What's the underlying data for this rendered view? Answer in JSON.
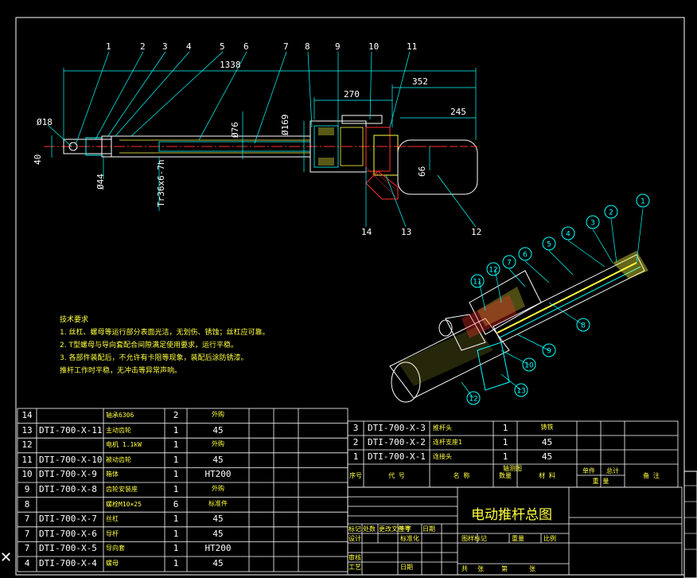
{
  "drawing": {
    "title": "电动推杆总图",
    "callouts_top": [
      "1",
      "2",
      "3",
      "4",
      "5",
      "6",
      "7",
      "8",
      "9",
      "10",
      "11"
    ],
    "callouts_bottom": [
      "14",
      "13",
      "12"
    ],
    "dims": {
      "total_length": "1338",
      "d352": "352",
      "d270": "270",
      "d245": "245",
      "phi76": "Ø76",
      "phi169": "Ø169",
      "phi18": "Ø18",
      "d40": "40",
      "phi44": "Ø44",
      "thread": "Tr36x6-7h",
      "d66": "66"
    },
    "iso_label": "轴测图",
    "iso_callouts": [
      "1",
      "2",
      "3",
      "4",
      "5",
      "6",
      "7",
      "8",
      "9",
      "10",
      "11",
      "12",
      "13",
      "12"
    ]
  },
  "notes": {
    "heading": "技术要求",
    "lines": [
      "1. 丝杠、螺母等运行部分表面光洁，无划伤、锈蚀；丝杠应可靠。",
      "2. T型螺母与导向套配合间隙满足使用要求，运行平稳。",
      "3. 各部件装配后，不允许有卡阻等现象，装配后涂防锈漆。",
      "推杆工作时平稳，无冲击等异常声响。"
    ]
  },
  "bom_left": [
    {
      "no": "14",
      "code": "",
      "name": "轴承6306",
      "qty": "2",
      "mat": "外购"
    },
    {
      "no": "13",
      "code": "DTI-700-X-11",
      "name": "主动齿轮",
      "qty": "1",
      "mat": "45"
    },
    {
      "no": "12",
      "code": "",
      "name": "电机 1.1kW",
      "qty": "1",
      "mat": "外购"
    },
    {
      "no": "11",
      "code": "DTI-700-X-10",
      "name": "被动齿轮",
      "qty": "1",
      "mat": "45"
    },
    {
      "no": "10",
      "code": "DTI-700-X-9",
      "name": "箱体",
      "qty": "1",
      "mat": "HT200"
    },
    {
      "no": "9",
      "code": "DTI-700-X-8",
      "name": "齿轮安装座",
      "qty": "1",
      "mat": "外购"
    },
    {
      "no": "8",
      "code": "",
      "name": "螺栓M10×25",
      "qty": "6",
      "mat": "标准件"
    },
    {
      "no": "7",
      "code": "DTI-700-X-7",
      "name": "丝杠",
      "qty": "1",
      "mat": "45"
    },
    {
      "no": "7",
      "code": "DTI-700-X-6",
      "name": "导杆",
      "qty": "1",
      "mat": "45"
    },
    {
      "no": "7",
      "code": "DTI-700-X-5",
      "name": "导向套",
      "qty": "1",
      "mat": "HT200"
    },
    {
      "no": "4",
      "code": "DTI-700-X-4",
      "name": "螺母",
      "qty": "1",
      "mat": "45"
    }
  ],
  "bom_right": [
    {
      "no": "3",
      "code": "DTI-700-X-3",
      "name": "推杆头",
      "qty": "1",
      "mat": "铸铁"
    },
    {
      "no": "2",
      "code": "DTI-700-X-2",
      "name": "连杆支座1",
      "qty": "1",
      "mat": "45"
    },
    {
      "no": "1",
      "code": "DTI-700-X-1",
      "name": "连接头",
      "qty": "1",
      "mat": "45"
    }
  ],
  "bom_header": {
    "no": "序号",
    "code": "代  号",
    "name": "名  称",
    "qty": "数量",
    "mat": "材  料",
    "unit": "单件",
    "total": "总计",
    "weight": "重  量",
    "remark": "备  注"
  },
  "titleblock": {
    "labels_row1": [
      "标记",
      "处数",
      "更改文件号",
      "签字",
      "日期"
    ],
    "labels_row2": [
      "设计",
      "标准化"
    ],
    "labels_row3": [
      "图样标记",
      "重量",
      "比例"
    ],
    "labels_row4": [
      "审核",
      "工艺",
      "日期",
      "共",
      "张",
      "第",
      "张"
    ]
  },
  "colors": {
    "frame": "#ffffff",
    "table": "#ffffff",
    "dim": "#00ffff",
    "cyan": "#00ffff",
    "yellow": "#ffff40",
    "red": "#ff3030",
    "green": "#00ff00",
    "magenta": "#ff40ff",
    "blue": "#4060ff"
  }
}
